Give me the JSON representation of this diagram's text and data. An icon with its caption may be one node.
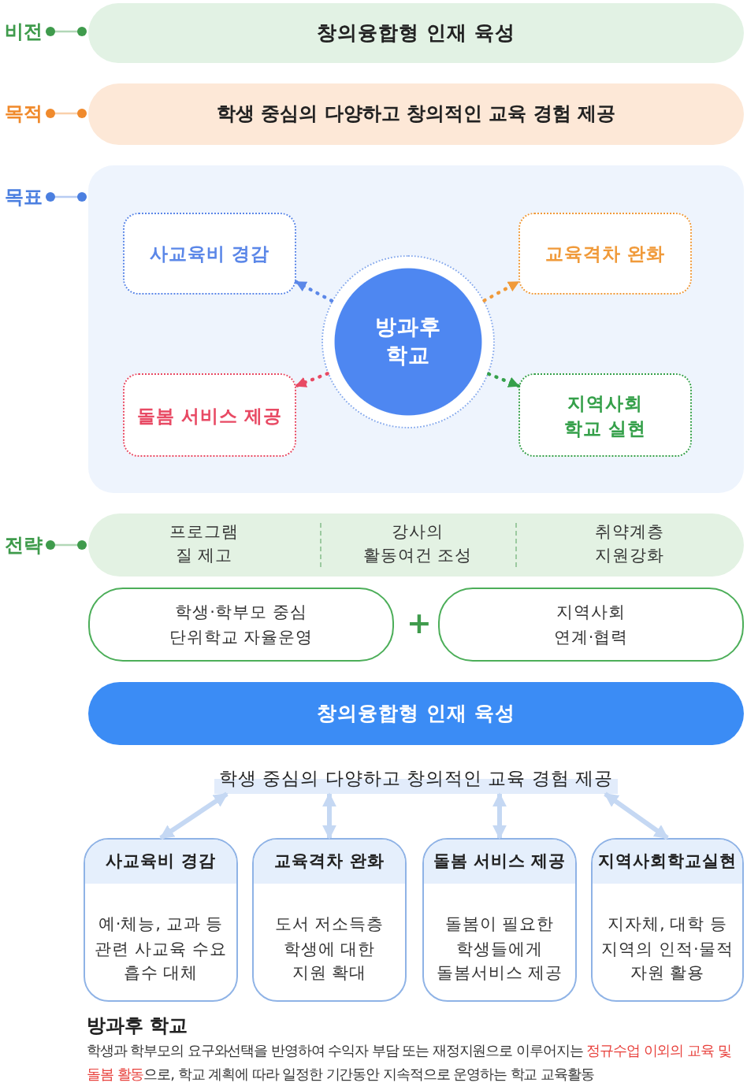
{
  "diagram": {
    "nodes": [
      {
        "text": [
          "비전"
        ]
      },
      {
        "text": [
          "창의융합형 인재 육성"
        ]
      },
      {
        "text": [
          "목적"
        ]
      },
      {
        "text": [
          "학생 중심의 다양하고 창의적인 교육 경험 제공"
        ]
      },
      {
        "text": [
          "목표"
        ]
      },
      {
        "text": [],
        "shape": "box"
      },
      {
        "text": [
          "사교육비 경감"
        ],
        "in": 5
      },
      {
        "text": [
          "교육격차 완화"
        ],
        "in": 5
      },
      {
        "text": [
          "방과후 학교"
        ],
        "in": 5
      },
      {
        "text": [
          "돌봄 서비스 제공"
        ],
        "in": 5
      },
      {
        "text": [
          "지역사회 학교 실현"
        ],
        "in": 5
      },
      {
        "text": [
          "전략"
        ]
      },
      {
        "text": [
          "프로그램 질 제고",
          "강사의 활동여건 조성",
          "취약계층 지원강화"
        ]
      },
      {
        "text": [
          "학생·학부모 중심 단위학교 자율운영"
        ]
      },
      {
        "text": [
          "지역사회 연계·협력"
        ]
      },
      {
        "text": [
          "창의융합형 인재 육성"
        ]
      },
      {
        "text": [
          "학생 중심의 다양하고 창의적인 교육 경험 제공"
        ]
      },
      {
        "text": [
          "사교육비 경감",
          "예·체능, 교과 등 관련 사교육 수요 흡수 대체"
        ]
      },
      {
        "text": [
          "교육격차 완화",
          "도서 저소득층 학생에 대한 지원 확대"
        ]
      },
      {
        "text": [
          "돌봄 서비스 제공",
          "돌봄이 필요한 학생들에게 돌봄서비스 제공"
        ]
      },
      {
        "text": [
          "지역사회학교실현",
          "지자체, 대학 등 지역의 인적·물적 자원 활용"
        ]
      }
    ],
    "edges": [
      {
        "from": 0,
        "to": 1,
        "arrow": "other",
        "color": "#3f9b4c"
      },
      {
        "from": 2,
        "to": 3,
        "arrow": "other",
        "color": "#f08a2c"
      },
      {
        "from": 4,
        "to": 5,
        "arrow": "other",
        "color": "#4b7fe0"
      },
      {
        "from": 8,
        "to": 6,
        "arrow": "to",
        "style": "dashed",
        "color": "#5b87e8"
      },
      {
        "from": 8,
        "to": 7,
        "arrow": "to",
        "style": "dashed",
        "color": "#f09a3a"
      },
      {
        "from": 8,
        "to": 9,
        "arrow": "to",
        "style": "dashed",
        "color": "#e84a64"
      },
      {
        "from": 8,
        "to": 10,
        "arrow": "to",
        "style": "dashed",
        "color": "#35a04a"
      },
      {
        "from": 11,
        "to": 12,
        "arrow": "other",
        "color": "#3f9b4c"
      },
      {
        "from": 16,
        "to": 17,
        "arrow": "both",
        "color": "#c5d8f3"
      },
      {
        "from": 16,
        "to": 18,
        "arrow": "both",
        "color": "#c5d8f3"
      },
      {
        "from": 16,
        "to": 19,
        "arrow": "both",
        "color": "#c5d8f3"
      },
      {
        "from": 16,
        "to": 20,
        "arrow": "both",
        "color": "#c5d8f3"
      }
    ],
    "labels": [
      "+",
      "방과후 학교",
      "학생과 학부모의 요구와선택을 반영하여 수익자 부담 또는 재정지원으로 이루어지는 **정규수업 이외의 교육 및 돌봄 활동**으로, 학교 계획에 따라 일정한 기간동안 지속적으로 운영하는 학교 교육활동"
    ]
  }
}
